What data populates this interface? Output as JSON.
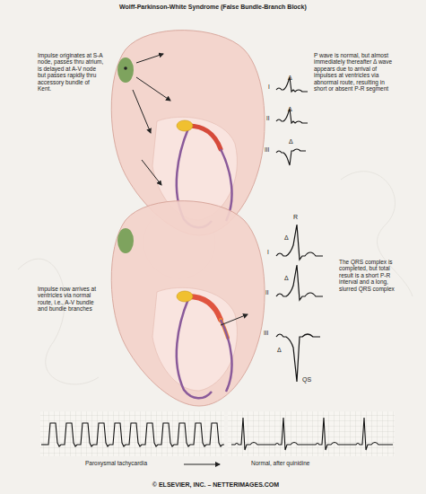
{
  "diagram": {
    "title": "Wolff-Parkinson-White Syndrome (False Bundle-Branch Block)",
    "labels": [
      "Impulse originates at S-A node, passes thru atrium, is delayed at A-V node but passes rapidly thru accessory bundle of Kent.",
      "P wave is normal, but almost immediately thereafter Δ wave appears due to arrival of impulses at ventricles via abnormal route, resulting in short or absent P-R segment",
      "I",
      "Δ",
      "II",
      "Δ",
      "III",
      "Δ",
      "Impulse now arrives at ventricles via normal route, i.e., A-V bundle and bundle branches",
      "The QRS complex is completed, but total result is a short P-R interval and a long, slurred QRS complex",
      "R",
      "I",
      "Δ",
      "II",
      "Δ",
      "III",
      "Δ",
      "QS",
      "Paroxysmal tachycardia",
      "Normal, after quinidine",
      "© ELSEVIER, INC. – NETTERIMAGES.COM"
    ]
  }
}
